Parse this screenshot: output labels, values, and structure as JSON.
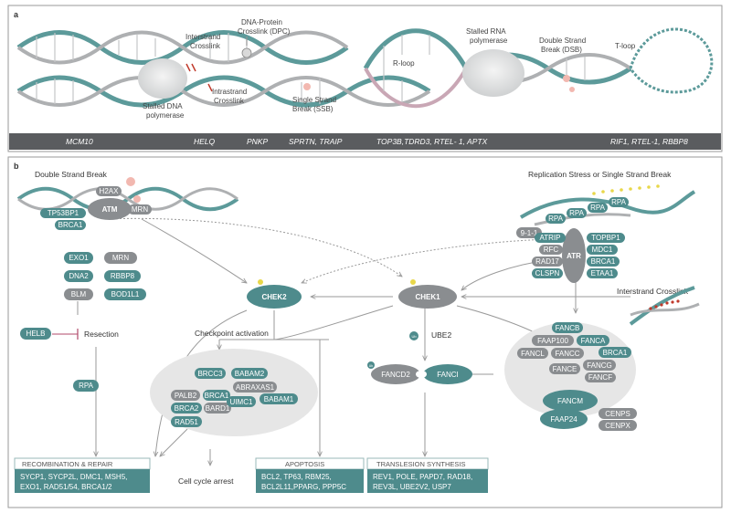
{
  "panel_a": {
    "label": "a",
    "annotations": {
      "interstrand_crosslink": [
        "Interstrand",
        "Crosslink"
      ],
      "dpc": [
        "DNA-Protein",
        "Crosslink (DPC)"
      ],
      "stalled_rna": [
        "Stalled RNA",
        "polymerase"
      ],
      "dsb": [
        "Double Strand",
        "Break (DSB)"
      ],
      "t_loop": "T-loop",
      "r_loop": "R-loop",
      "stalled_dna": [
        "Stalled DNA",
        "polymerase"
      ],
      "intrastrand": [
        "Intrastrand",
        "Crosslink"
      ],
      "ssb": [
        "Single Strand",
        "Break (SSB)"
      ]
    },
    "gene_bar": [
      "MCM10",
      "HELQ",
      "PNKP",
      "SPRTN, TRAIP",
      "TOP3B,TDRD3, RTEL- 1, APTX",
      "RIF1, RTEL-1, RBBP8"
    ]
  },
  "panel_b": {
    "label": "b",
    "dsb_title": "Double Strand Break",
    "rs_title": "Replication Stress or Single Strand Break",
    "icl_title": "Interstrand Crosslink",
    "dsb_complex": {
      "atm": "ATM",
      "h2ax": "H2AX",
      "tp53bp1": "TP53BP1",
      "brca1": "BRCA1",
      "mrn": "MRN"
    },
    "resection_col1": [
      "EXO1",
      "DNA2",
      "BLM"
    ],
    "resection_col2": [
      "MRN",
      "RBBP8",
      "BOD1L1"
    ],
    "helb": "HELB",
    "resection": "Resection",
    "rpa": "RPA",
    "chek2": "CHEK2",
    "chek1": "CHEK1",
    "ub": "Ub",
    "ube2": "UBE2",
    "fancd2": "FANCD2",
    "fanci": "FANCI",
    "checkpoint_activation": "Checkpoint activation",
    "brca_cluster": [
      "BRCC3",
      "BABAM2",
      "PALB2",
      "BRCA1",
      "ABRAXAS1",
      "BRCA2",
      "BARD1",
      "UIMC1",
      "BABAM1",
      "RAD51"
    ],
    "atr_complex": {
      "atr": "ATR",
      "nine_one_one": "9-1-1",
      "rpa_list": [
        "RPA",
        "RPA",
        "RPA",
        "RPA"
      ],
      "left": [
        "ATRIP",
        "RFC",
        "RAD17",
        "CLSPN"
      ],
      "right": [
        "TOPBP1",
        "MDC1",
        "BRCA1",
        "ETAA1"
      ]
    },
    "fanc_cluster": [
      "FANCB",
      "FAAP100",
      "FANCA",
      "FANCL",
      "FANCC",
      "BRCA1",
      "FANCE",
      "FANCG",
      "FANCF"
    ],
    "fancm": "FANCM",
    "faap24": "FAAP24",
    "cenps": "CENPS",
    "cenpx": "CENPX",
    "cell_cycle_arrest": "Cell cycle arrest",
    "recombination": {
      "title": "RECOMBINATION & REPAIR",
      "lines": [
        "SYCP1, SYCP2L, DMC1, MSH5,",
        "EXO1, RAD51/54, BRCA1/2"
      ]
    },
    "apoptosis": {
      "title": "APOPTOSIS",
      "lines": [
        "BCL2, TP63, RBM25,",
        "BCL2L11,PPARG, PPP5C"
      ]
    },
    "tls": {
      "title": "TRANSLESION SYNTHESIS",
      "lines": [
        "REV1, POLE, PAPD7, RAD18,",
        "REV3L, UBE2V2, USP7"
      ]
    }
  },
  "colors": {
    "teal": "#4e8b8c",
    "grey": "#8a8d90",
    "light_grey": "#e6e6e6",
    "bar": "#5a5c5f",
    "pink": "#f2b8b0"
  }
}
